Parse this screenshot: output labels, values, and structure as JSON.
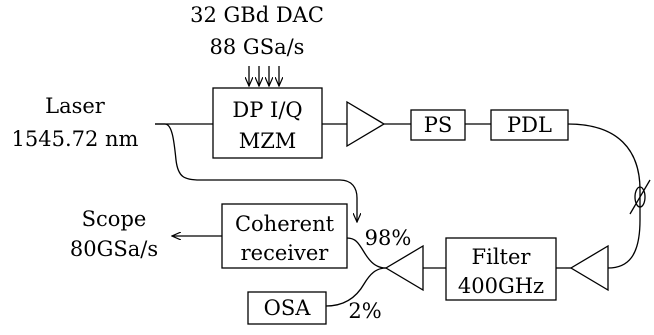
{
  "dac": {
    "line1": "32 GBd DAC",
    "line2": "88 GSa/s"
  },
  "laser": {
    "line1": "Laser",
    "line2": "1545.72 nm"
  },
  "modulator": {
    "line1": "DP I/Q",
    "line2": "MZM"
  },
  "ps": {
    "label": "PS"
  },
  "pdl": {
    "label": "PDL"
  },
  "filter": {
    "line1": "Filter",
    "line2": "400GHz"
  },
  "receiver": {
    "line1": "Coherent",
    "line2": "receiver"
  },
  "scope": {
    "line1": "Scope",
    "line2": "80GSa/s"
  },
  "osa": {
    "label": "OSA"
  },
  "split": {
    "main": "98%",
    "tap": "2%"
  }
}
